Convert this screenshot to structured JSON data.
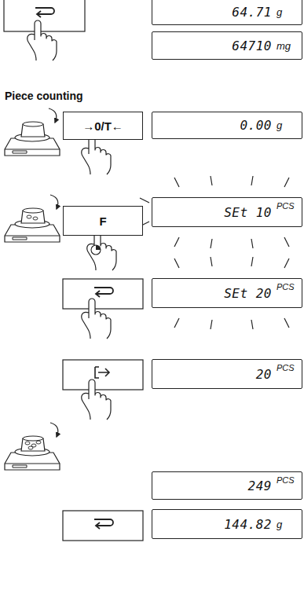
{
  "diagram": {
    "title": "Piece counting",
    "nodes": [
      {
        "text": [
          "64.71",
          "g"
        ]
      },
      {
        "text": [
          "64710",
          "mg"
        ]
      },
      {
        "text": [
          "→0/T←"
        ]
      },
      {
        "text": [
          "0.00",
          "g"
        ]
      },
      {
        "text": [
          "F"
        ]
      },
      {
        "text": [
          "SEt 10",
          "PCS"
        ]
      },
      {
        "text": [
          "SEt 20",
          "PCS"
        ]
      },
      {
        "text": [
          "20",
          "PCS"
        ]
      },
      {
        "text": [
          "249",
          "PCS"
        ]
      },
      {
        "text": [
          "144.82",
          "g"
        ]
      }
    ]
  }
}
